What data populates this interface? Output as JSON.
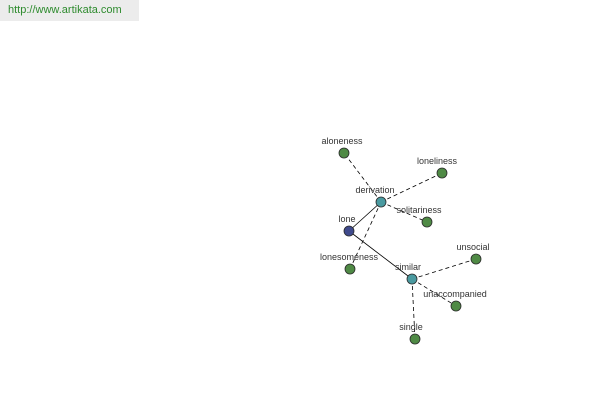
{
  "banner": {
    "url_text": "http://www.artikata.com"
  },
  "graph": {
    "colors": {
      "root_node": "#3f4a8c",
      "relation_node": "#4a9aa0",
      "word_node": "#4f8a45",
      "node_stroke": "#2a2a2a",
      "edge": "#000000"
    },
    "nodes": [
      {
        "id": "lone",
        "label": "lone",
        "kind": "root"
      },
      {
        "id": "derivation",
        "label": "derivation",
        "kind": "relation"
      },
      {
        "id": "similar",
        "label": "similar",
        "kind": "relation"
      },
      {
        "id": "aloneness",
        "label": "aloneness",
        "kind": "word"
      },
      {
        "id": "loneliness",
        "label": "loneliness",
        "kind": "word"
      },
      {
        "id": "solitariness",
        "label": "solitariness",
        "kind": "word"
      },
      {
        "id": "lonesomeness",
        "label": "lonesomeness",
        "kind": "word"
      },
      {
        "id": "unsocial",
        "label": "unsocial",
        "kind": "word"
      },
      {
        "id": "unaccompanied",
        "label": "unaccompanied",
        "kind": "word"
      },
      {
        "id": "single",
        "label": "single",
        "kind": "word"
      }
    ],
    "edges": [
      {
        "from": "lone",
        "to": "derivation",
        "style": "solid"
      },
      {
        "from": "lone",
        "to": "similar",
        "style": "solid"
      },
      {
        "from": "derivation",
        "to": "aloneness",
        "style": "dashed"
      },
      {
        "from": "derivation",
        "to": "loneliness",
        "style": "dashed"
      },
      {
        "from": "derivation",
        "to": "solitariness",
        "style": "dashed"
      },
      {
        "from": "derivation",
        "to": "lonesomeness",
        "style": "dashed"
      },
      {
        "from": "similar",
        "to": "unsocial",
        "style": "dashed"
      },
      {
        "from": "similar",
        "to": "unaccompanied",
        "style": "dashed"
      },
      {
        "from": "similar",
        "to": "single",
        "style": "dashed"
      }
    ]
  }
}
